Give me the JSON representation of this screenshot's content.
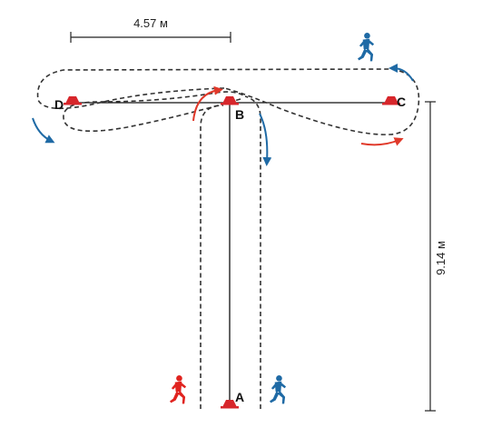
{
  "diagram": {
    "top_dimension": "4.57 м",
    "side_dimension": "9.14 м",
    "cones": {
      "a": "A",
      "b": "B",
      "c": "C",
      "d": "D"
    },
    "colors": {
      "line": "#111111",
      "path": "#333333",
      "cone": "#d7262b",
      "red_runner": "#e0231f",
      "blue_runner": "#1f6aa5",
      "red_arrow": "#e0392a",
      "blue_arrow": "#1f6aa5"
    },
    "icons": {
      "runner_red": "running-person-icon",
      "runner_blue": "running-person-icon",
      "runner_top": "running-person-icon"
    }
  }
}
